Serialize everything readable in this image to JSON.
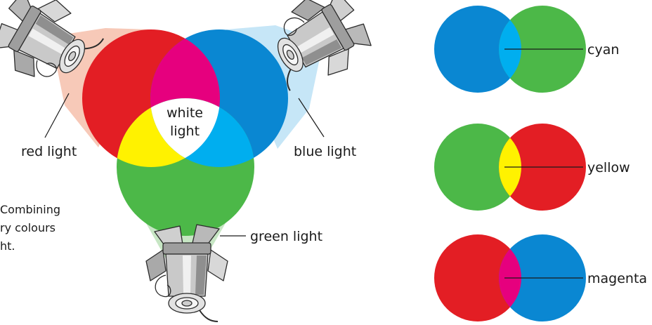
{
  "labels": {
    "red_light": "red light",
    "blue_light": "blue light",
    "green_light": "green light",
    "white_light_line1": "white",
    "white_light_line2": "light",
    "cyan": "cyan",
    "yellow": "yellow",
    "magenta": "magenta"
  },
  "caption": {
    "line1": "Combining",
    "line2": "ry colours",
    "line3": "ht."
  },
  "colors": {
    "red": "#e31e24",
    "green": "#4cb848",
    "blue": "#0a87d2",
    "cyan": "#00aeef",
    "yellow": "#fff200",
    "magenta": "#e6007e",
    "white": "#ffffff",
    "beam_red": "#f7c9b8",
    "beam_blue": "#c6e6f7",
    "beam_green": "#c7e6c4"
  },
  "icons": [
    "spotlight-icon"
  ]
}
